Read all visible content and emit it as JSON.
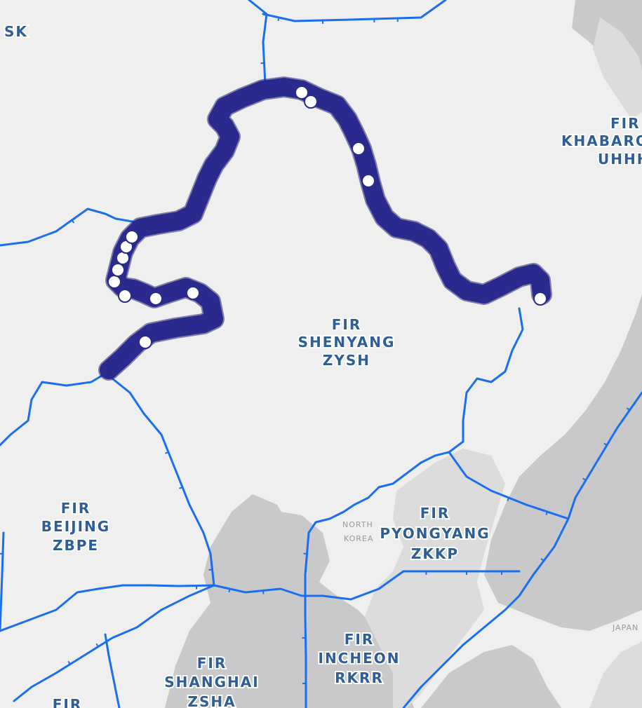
{
  "map": {
    "colors": {
      "land": "#efefef",
      "sea": "#c9c9cb",
      "fir_boundary": "#1a6ef0",
      "track": "#2a2a8e",
      "marker": "#ffffff"
    },
    "fir_regions": [
      {
        "id": "sk",
        "lines": [
          "SK"
        ]
      },
      {
        "id": "khabarovsk",
        "lines": [
          "FIR",
          "KHABAROVSK",
          "UHHH"
        ]
      },
      {
        "id": "shenyang",
        "lines": [
          "FIR",
          "SHENYANG",
          "ZYSH"
        ]
      },
      {
        "id": "beijing",
        "lines": [
          "FIR",
          "BEIJING",
          "ZBPE"
        ]
      },
      {
        "id": "pyongyang",
        "lines": [
          "FIR",
          "PYONGYANG",
          "ZKKP"
        ]
      },
      {
        "id": "incheon",
        "lines": [
          "FIR",
          "INCHEON",
          "RKRR"
        ]
      },
      {
        "id": "shanghai",
        "lines": [
          "FIR",
          "SHANGHAI",
          "ZSHA"
        ]
      },
      {
        "id": "bottom-left",
        "lines": [
          "FIR"
        ]
      }
    ],
    "place_labels": [
      "NORTH",
      "KOREA",
      "JAPAN"
    ],
    "track": {
      "icon": "flight-track-line",
      "marker_icon": "waypoint-circle-icon",
      "marker_count": 14
    }
  }
}
